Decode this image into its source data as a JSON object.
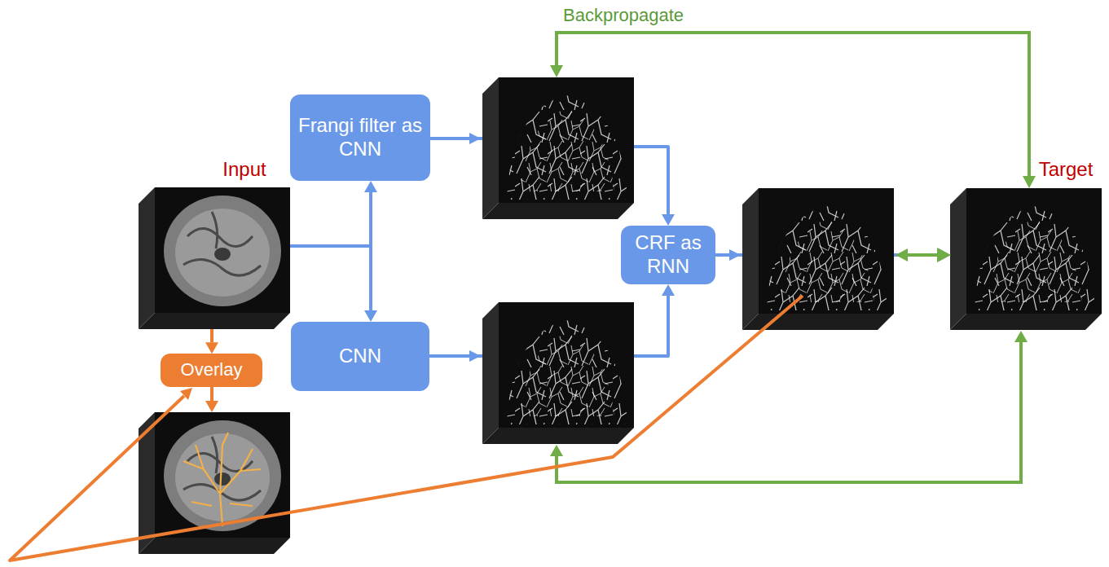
{
  "diagram": {
    "nodes": [
      {
        "text": [
          "Input"
        ]
      },
      {
        "text": [
          "Frangi filter as CNN"
        ]
      },
      {
        "text": [
          "CNN"
        ]
      },
      {
        "text": [
          "CRF as RNN"
        ]
      },
      {
        "text": [
          "Target"
        ]
      },
      {
        "text": [
          "Overlay"
        ]
      }
    ],
    "edges": [
      {
        "from": 0,
        "to": 1,
        "arrow": "to"
      },
      {
        "from": 0,
        "to": 2,
        "arrow": "to"
      },
      {
        "from": 0,
        "to": 5,
        "arrow": "to"
      },
      {
        "from": 1,
        "to": 3,
        "arrow": "to"
      },
      {
        "from": 2,
        "to": 3,
        "arrow": "to"
      },
      {
        "from": 3,
        "to": 4,
        "arrow": "to"
      }
    ],
    "labels": [
      "Backpropagate"
    ]
  }
}
